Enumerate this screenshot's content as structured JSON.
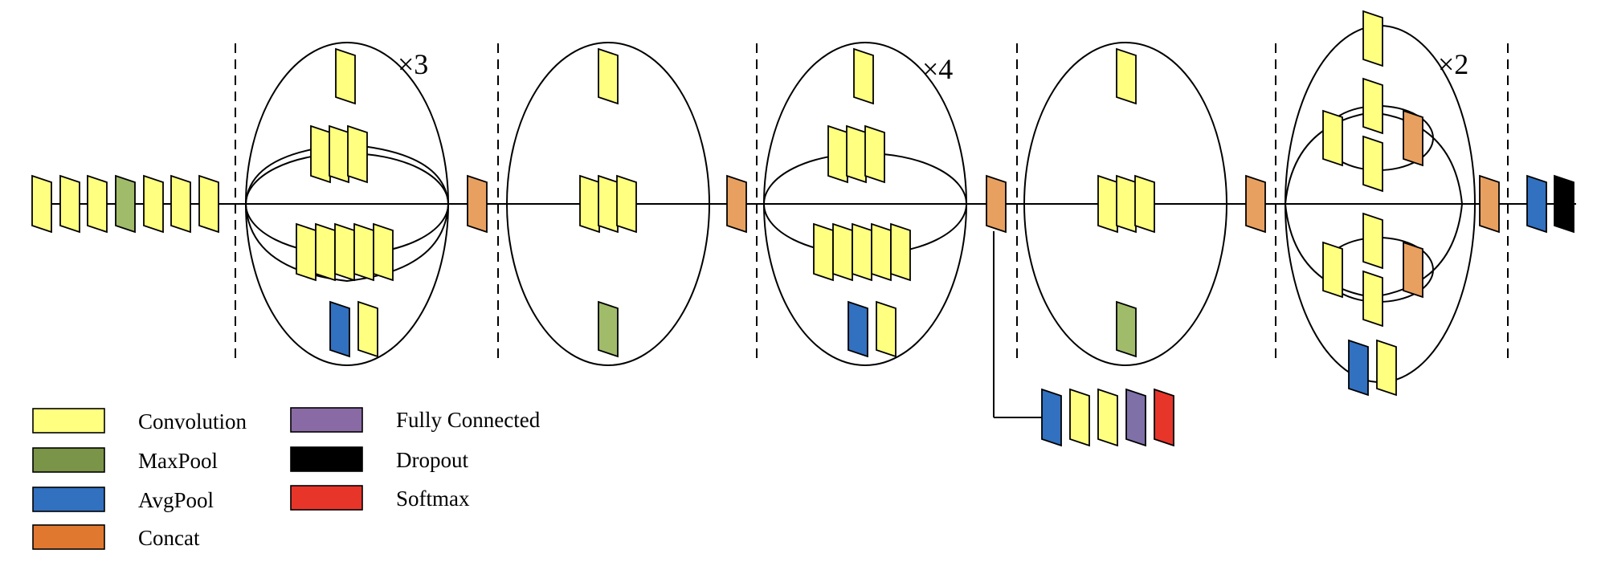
{
  "colors": {
    "convolution": "#ffff80",
    "maxpool": "#a0bb6a",
    "avgpool": "#3270c0",
    "concat": "#e8a060",
    "fully_connected": "#8070a8",
    "dropout": "#000000",
    "softmax": "#e8352a",
    "line": "#000000"
  },
  "multipliers": {
    "block_a": "×3",
    "block_c": "×4",
    "block_e": "×2"
  },
  "legend": [
    {
      "label": "Convolution",
      "color": "#ffff80",
      "icon": "yellow-rect"
    },
    {
      "label": "MaxPool",
      "color": "#7a9448",
      "icon": "green-rect"
    },
    {
      "label": "AvgPool",
      "color": "#3270c0",
      "icon": "blue-rect"
    },
    {
      "label": "Concat",
      "color": "#e07830",
      "icon": "orange-rect"
    },
    {
      "label": "Fully Connected",
      "color": "#8a6aa5",
      "icon": "purple-rect"
    },
    {
      "label": "Dropout",
      "color": "#000000",
      "icon": "black-rect"
    },
    {
      "label": "Softmax",
      "color": "#e8352a",
      "icon": "red-rect"
    }
  ]
}
